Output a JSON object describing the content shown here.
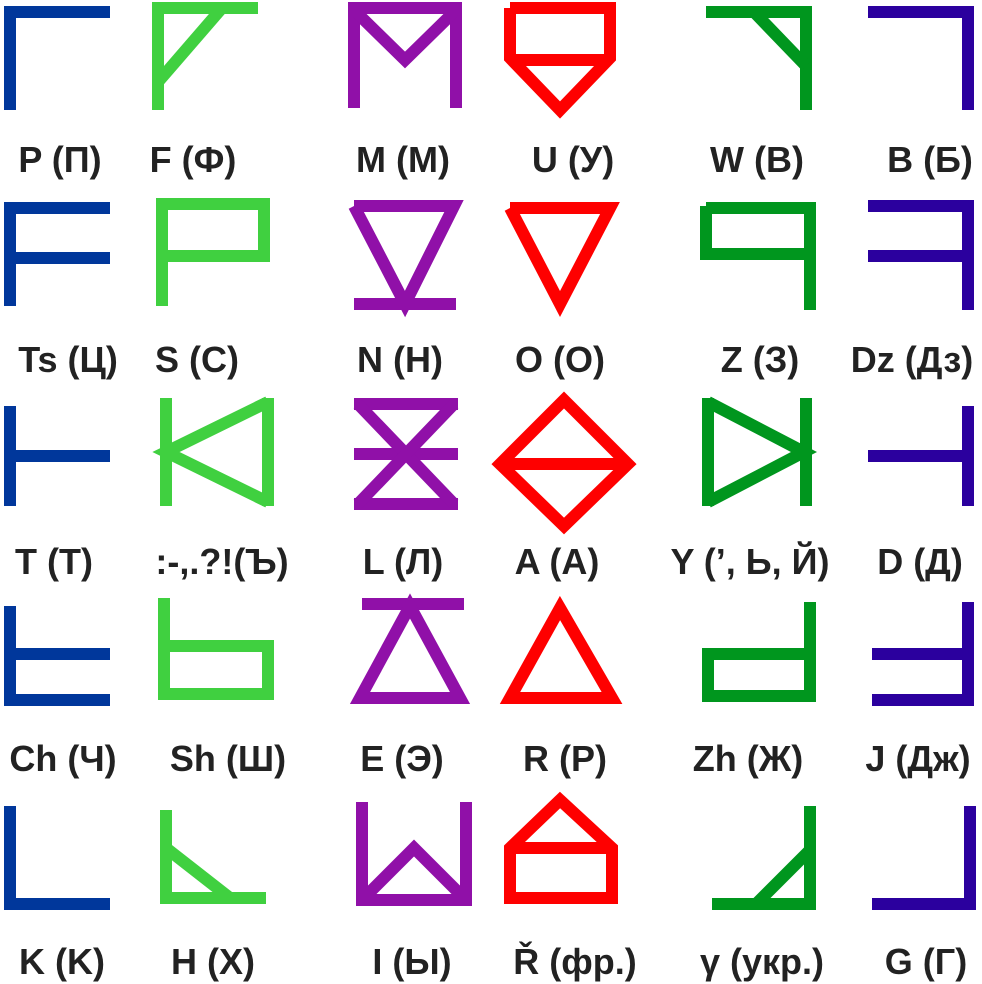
{
  "colors": {
    "col1": "#00379b",
    "col2": "#40d040",
    "col3": "#9010a8",
    "col4": "#fe0000",
    "col5": "#00961e",
    "col6": "#2b009e",
    "text": "#222222"
  },
  "rows": [
    {
      "labels": [
        "P (П)",
        "F (Ф)",
        "M (M)",
        "U (У)",
        "W (B)",
        "B (Б)"
      ],
      "glyphs": [
        "p-glyph",
        "f-glyph",
        "m-glyph",
        "u-glyph",
        "w-glyph",
        "b-glyph"
      ]
    },
    {
      "labels": [
        "Ts (Ц)",
        "S (C)",
        "N (H)",
        "O (O)",
        "Z (З)",
        "Dz (Дз)"
      ],
      "glyphs": [
        "ts-glyph",
        "s-glyph",
        "n-glyph",
        "o-glyph",
        "z-glyph",
        "dz-glyph"
      ]
    },
    {
      "labels": [
        "T (T)",
        ":-,.?!(Ъ)",
        "L (Л)",
        "A (A)",
        "Y (’, Ь, Й)",
        "D (Д)"
      ],
      "glyphs": [
        "t-glyph",
        "punct-glyph",
        "l-glyph",
        "a-glyph",
        "y-glyph",
        "d-glyph"
      ]
    },
    {
      "labels": [
        "Ch (Ч)",
        "Sh (Ш)",
        "E (Э)",
        "R (P)",
        "Zh (Ж)",
        "J (Дж)"
      ],
      "glyphs": [
        "ch-glyph",
        "sh-glyph",
        "e-glyph",
        "r-glyph",
        "zh-glyph",
        "j-glyph"
      ]
    },
    {
      "labels": [
        "K (K)",
        "H (X)",
        "I (Ы)",
        "Ř (фр.)",
        "γ (укр.)",
        "G (Г)"
      ],
      "glyphs": [
        "k-glyph",
        "h-glyph",
        "i-glyph",
        "r-caron-glyph",
        "gamma-glyph",
        "g-glyph"
      ]
    }
  ]
}
